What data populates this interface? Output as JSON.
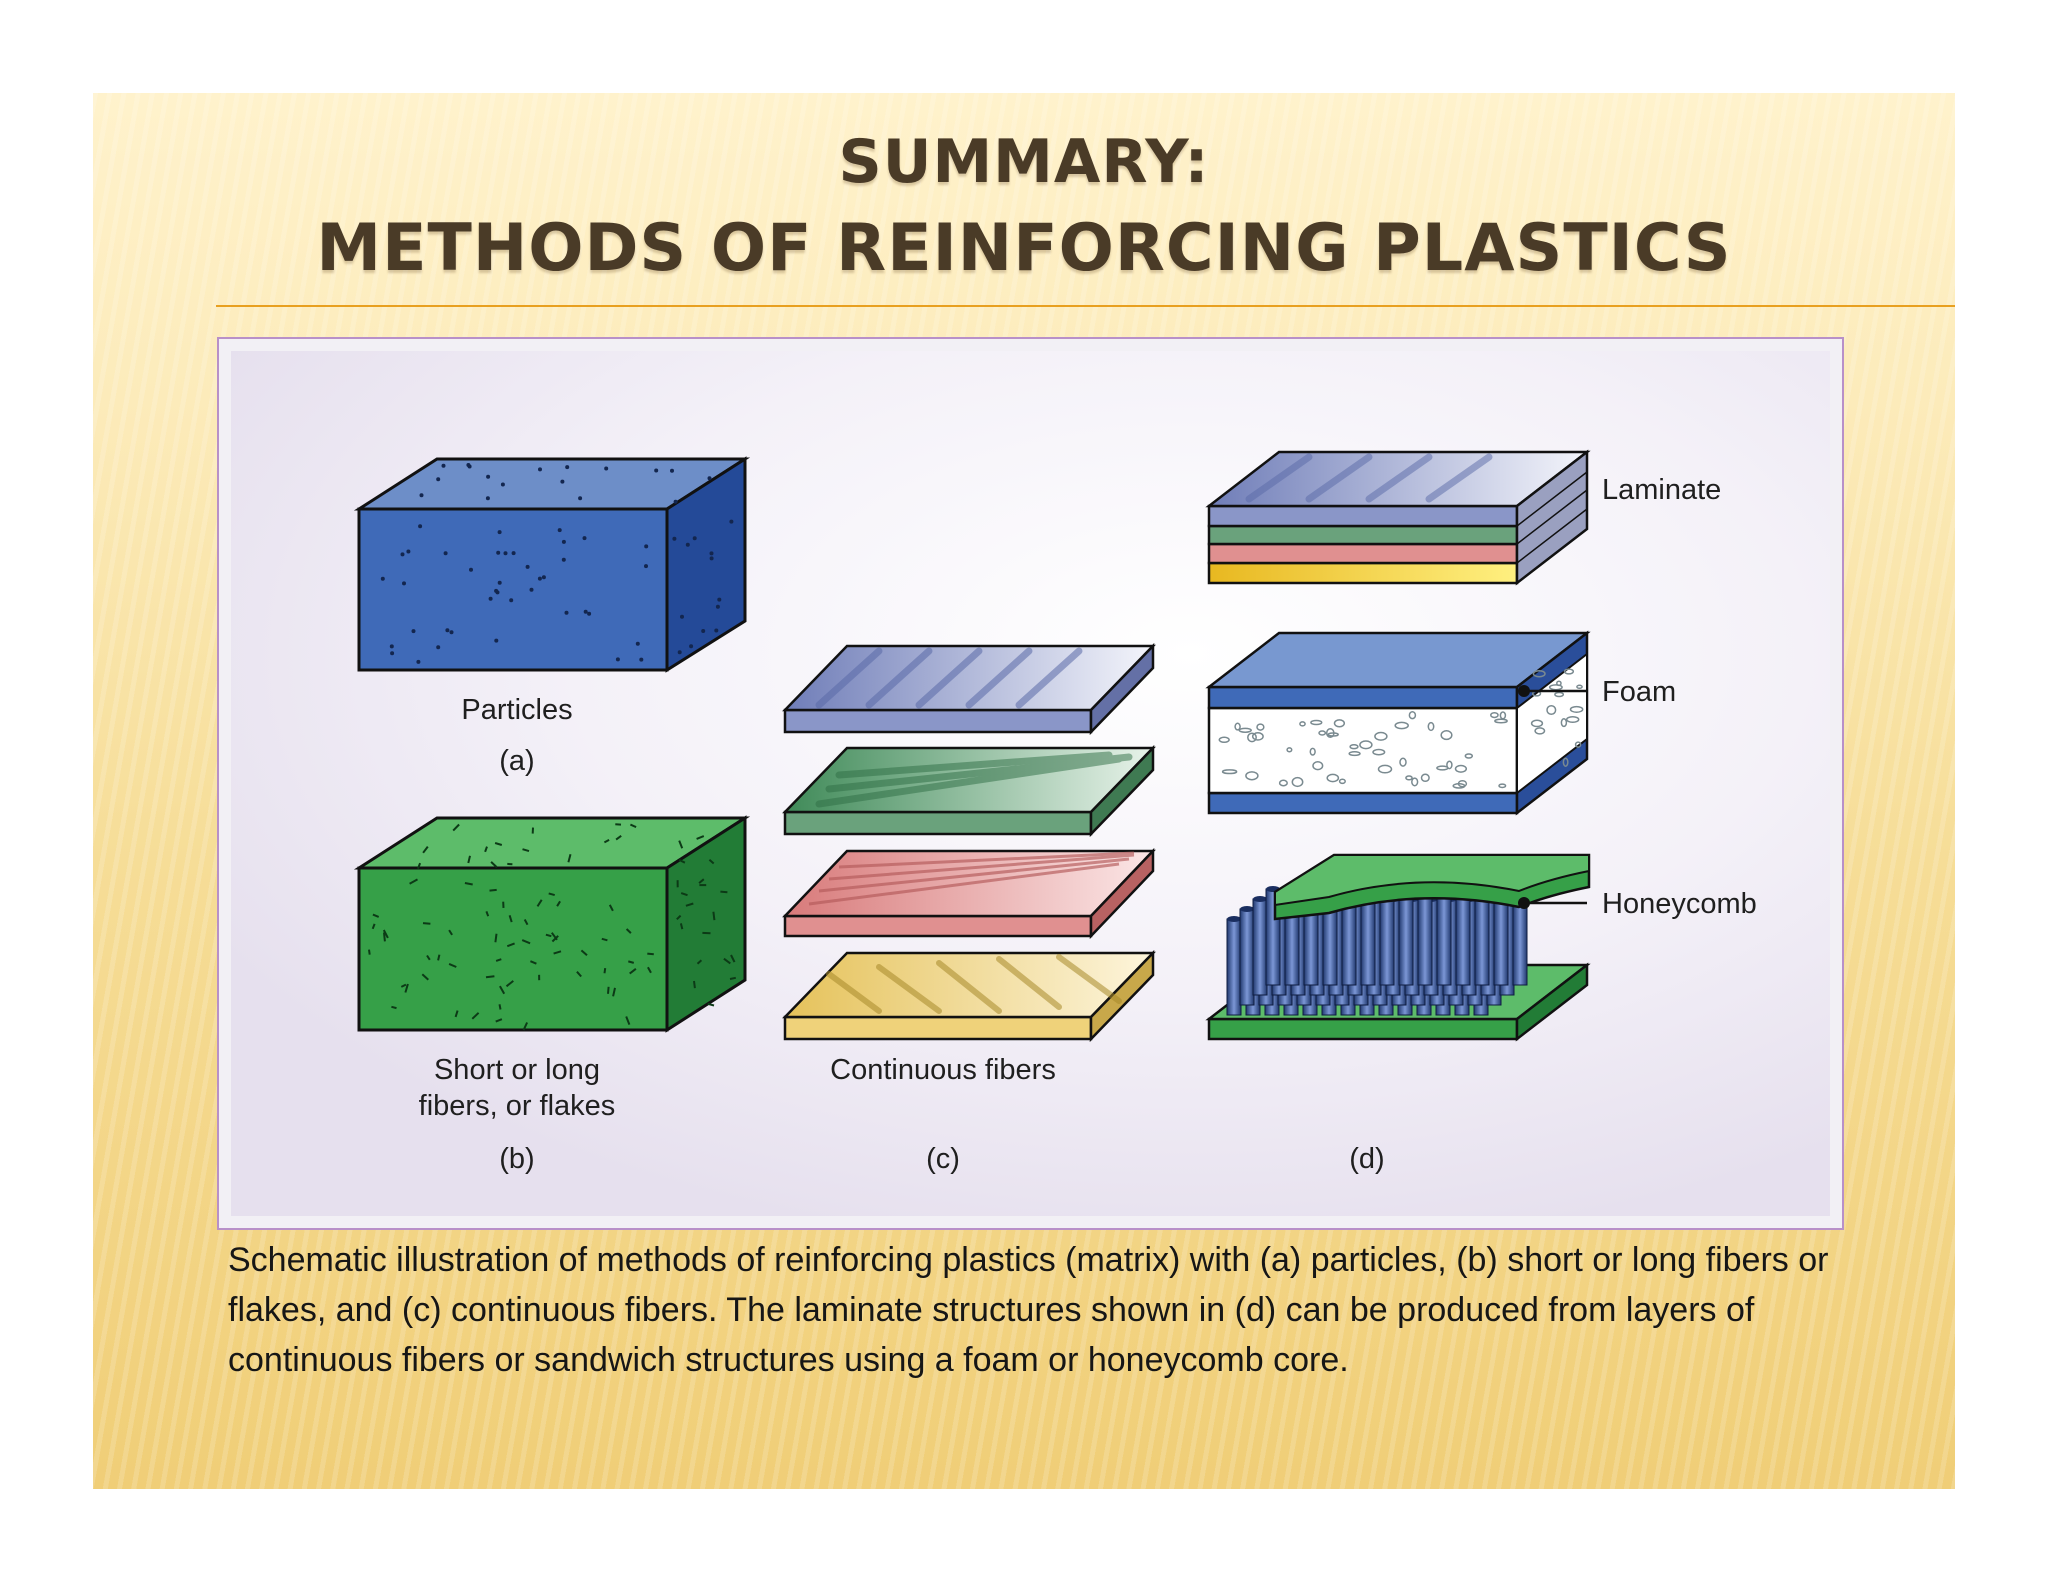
{
  "slide": {
    "title_line1": "SUMMARY:",
    "title_line2": "METHODS OF REINFORCING PLASTICS",
    "caption": "Schematic illustration of methods of reinforcing plastics (matrix) with (a) particles, (b) short or long fibers or flakes, and (c) continuous fibers.  The laminate structures shown in (d) can be produced from layers of continuous fibers or sandwich structures using a foam or honeycomb core.",
    "accent_color": "#e8a020",
    "title_color": "#4a3b27"
  },
  "figure": {
    "a": {
      "name": "Particles",
      "letter": "(a)"
    },
    "b": {
      "name_line1": "Short or long",
      "name_line2": "fibers, or flakes",
      "letter": "(b)"
    },
    "c": {
      "name": "Continuous fibers",
      "letter": "(c)"
    },
    "d": {
      "laminate": "Laminate",
      "foam": "Foam",
      "honeycomb": "Honeycomb",
      "letter": "(d)"
    },
    "colors": {
      "particles": "#3f6ab8",
      "short_fibers": "#36a048",
      "fiber_layer_blue": "#8a96c8",
      "fiber_layer_green": "#6aa27c",
      "fiber_layer_red": "#e09090",
      "fiber_layer_yellow": "#efd27a",
      "honeycomb_cells": "#3a5ca8",
      "foam_core": "#ffffff"
    }
  }
}
